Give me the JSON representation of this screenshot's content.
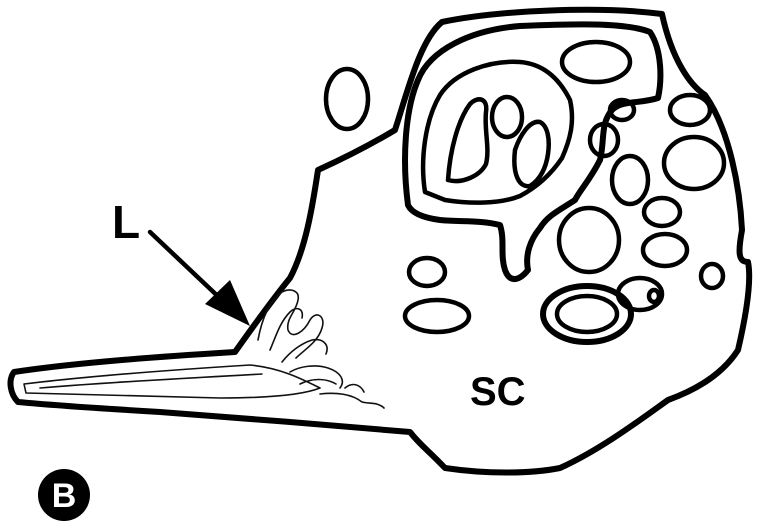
{
  "figure": {
    "panel_label": "B",
    "labels": {
      "lamella": "L",
      "spinal_cord": "SC"
    },
    "colors": {
      "ink": "#000000",
      "background": "#ffffff"
    }
  }
}
